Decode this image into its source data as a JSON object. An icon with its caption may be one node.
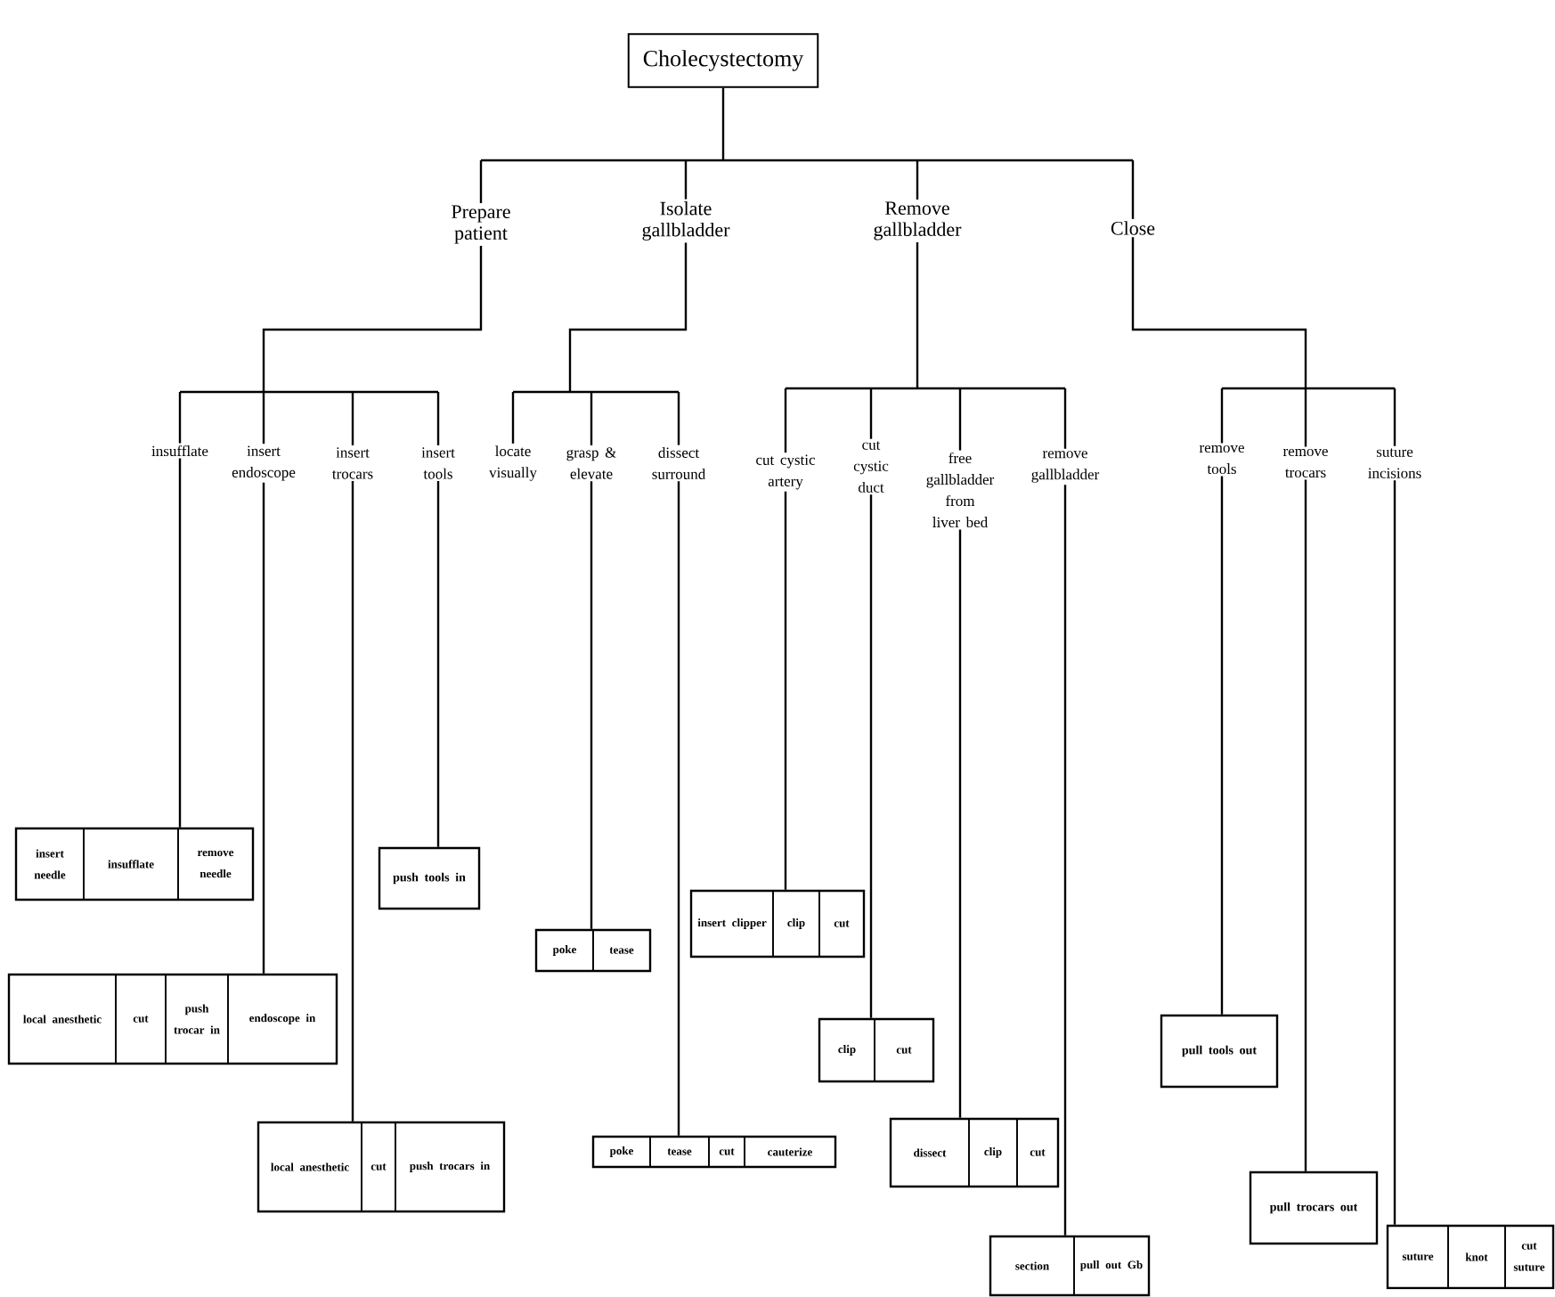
{
  "diagram": {
    "nodes": [
      {
        "text": [
          "Cholecystectomy"
        ]
      },
      {
        "text": [
          "Prepare patient"
        ]
      },
      {
        "text": [
          "Isolate gallbladder"
        ]
      },
      {
        "text": [
          "Remove gallbladder"
        ]
      },
      {
        "text": [
          "Close"
        ]
      },
      {
        "text": [
          "insufflate"
        ]
      },
      {
        "text": [
          "insert endoscope"
        ]
      },
      {
        "text": [
          "insert trocars"
        ]
      },
      {
        "text": [
          "insert tools"
        ]
      },
      {
        "text": [
          "locate visually"
        ]
      },
      {
        "text": [
          "grasp & elevate"
        ]
      },
      {
        "text": [
          "dissect surround"
        ]
      },
      {
        "text": [
          "cut cystic artery"
        ]
      },
      {
        "text": [
          "cut cystic duct"
        ]
      },
      {
        "text": [
          "free gallbladder from liver bed"
        ]
      },
      {
        "text": [
          "remove gallbladder"
        ]
      },
      {
        "text": [
          "remove tools"
        ]
      },
      {
        "text": [
          "remove trocars"
        ]
      },
      {
        "text": [
          "suture incisions"
        ]
      },
      {
        "text": [],
        "shape": "box"
      },
      {
        "text": [
          "insert needle"
        ],
        "in": 19
      },
      {
        "text": [
          "insufflate"
        ],
        "in": 19
      },
      {
        "text": [
          "remove needle"
        ],
        "in": 19
      },
      {
        "text": [],
        "shape": "box"
      },
      {
        "text": [
          "local anesthetic"
        ],
        "in": 23
      },
      {
        "text": [
          "cut"
        ],
        "in": 23
      },
      {
        "text": [
          "push trocar in"
        ],
        "in": 23
      },
      {
        "text": [
          "endoscope in"
        ],
        "in": 23
      },
      {
        "text": [],
        "shape": "box"
      },
      {
        "text": [
          "local anesthetic"
        ],
        "in": 28
      },
      {
        "text": [
          "cut"
        ],
        "in": 28
      },
      {
        "text": [
          "push trocars in"
        ],
        "in": 28
      },
      {
        "text": [
          "push tools in"
        ]
      },
      {
        "text": [],
        "shape": "box"
      },
      {
        "text": [
          "poke"
        ],
        "in": 33
      },
      {
        "text": [
          "tease"
        ],
        "in": 33
      },
      {
        "text": [],
        "shape": "box"
      },
      {
        "text": [
          "poke"
        ],
        "in": 36
      },
      {
        "text": [
          "tease"
        ],
        "in": 36
      },
      {
        "text": [
          "cut"
        ],
        "in": 36
      },
      {
        "text": [
          "cauterize"
        ],
        "in": 36
      },
      {
        "text": [],
        "shape": "box"
      },
      {
        "text": [
          "insert clipper"
        ],
        "in": 41
      },
      {
        "text": [
          "clip"
        ],
        "in": 41
      },
      {
        "text": [
          "cut"
        ],
        "in": 41
      },
      {
        "text": [],
        "shape": "box"
      },
      {
        "text": [
          "clip"
        ],
        "in": 45
      },
      {
        "text": [
          "cut"
        ],
        "in": 45
      },
      {
        "text": [],
        "shape": "box"
      },
      {
        "text": [
          "dissect"
        ],
        "in": 48
      },
      {
        "text": [
          "clip"
        ],
        "in": 48
      },
      {
        "text": [
          "cut"
        ],
        "in": 48
      },
      {
        "text": [],
        "shape": "box"
      },
      {
        "text": [
          "section"
        ],
        "in": 52
      },
      {
        "text": [
          "pull out Gb"
        ],
        "in": 52
      },
      {
        "text": [
          "pull tools out"
        ]
      },
      {
        "text": [
          "pull trocars out"
        ]
      },
      {
        "text": [],
        "shape": "box"
      },
      {
        "text": [
          "suture"
        ],
        "in": 57
      },
      {
        "text": [
          "knot"
        ],
        "in": 57
      },
      {
        "text": [
          "cut suture"
        ],
        "in": 57
      }
    ],
    "edges": [
      {
        "from": 0,
        "to": 1,
        "arrow": "none"
      },
      {
        "from": 0,
        "to": 2,
        "arrow": "none"
      },
      {
        "from": 0,
        "to": 3,
        "arrow": "none"
      },
      {
        "from": 0,
        "to": 4,
        "arrow": "none"
      },
      {
        "from": 1,
        "to": 5,
        "arrow": "none"
      },
      {
        "from": 1,
        "to": 6,
        "arrow": "none"
      },
      {
        "from": 1,
        "to": 7,
        "arrow": "none"
      },
      {
        "from": 1,
        "to": 8,
        "arrow": "none"
      },
      {
        "from": 2,
        "to": 9,
        "arrow": "none"
      },
      {
        "from": 2,
        "to": 10,
        "arrow": "none"
      },
      {
        "from": 2,
        "to": 11,
        "arrow": "none"
      },
      {
        "from": 3,
        "to": 12,
        "arrow": "none"
      },
      {
        "from": 3,
        "to": 13,
        "arrow": "none"
      },
      {
        "from": 3,
        "to": 14,
        "arrow": "none"
      },
      {
        "from": 3,
        "to": 15,
        "arrow": "none"
      },
      {
        "from": 4,
        "to": 16,
        "arrow": "none"
      },
      {
        "from": 4,
        "to": 17,
        "arrow": "none"
      },
      {
        "from": 4,
        "to": 18,
        "arrow": "none"
      },
      {
        "from": 5,
        "to": 19,
        "arrow": "none"
      },
      {
        "from": 6,
        "to": 23,
        "arrow": "none"
      },
      {
        "from": 7,
        "to": 28,
        "arrow": "none"
      },
      {
        "from": 8,
        "to": 32,
        "arrow": "none"
      },
      {
        "from": 10,
        "to": 33,
        "arrow": "none"
      },
      {
        "from": 11,
        "to": 36,
        "arrow": "none"
      },
      {
        "from": 12,
        "to": 41,
        "arrow": "none"
      },
      {
        "from": 13,
        "to": 45,
        "arrow": "none"
      },
      {
        "from": 14,
        "to": 48,
        "arrow": "none"
      },
      {
        "from": 15,
        "to": 52,
        "arrow": "none"
      },
      {
        "from": 16,
        "to": 55,
        "arrow": "none"
      },
      {
        "from": 17,
        "to": 56,
        "arrow": "none"
      },
      {
        "from": 18,
        "to": 57,
        "arrow": "none"
      }
    ]
  }
}
